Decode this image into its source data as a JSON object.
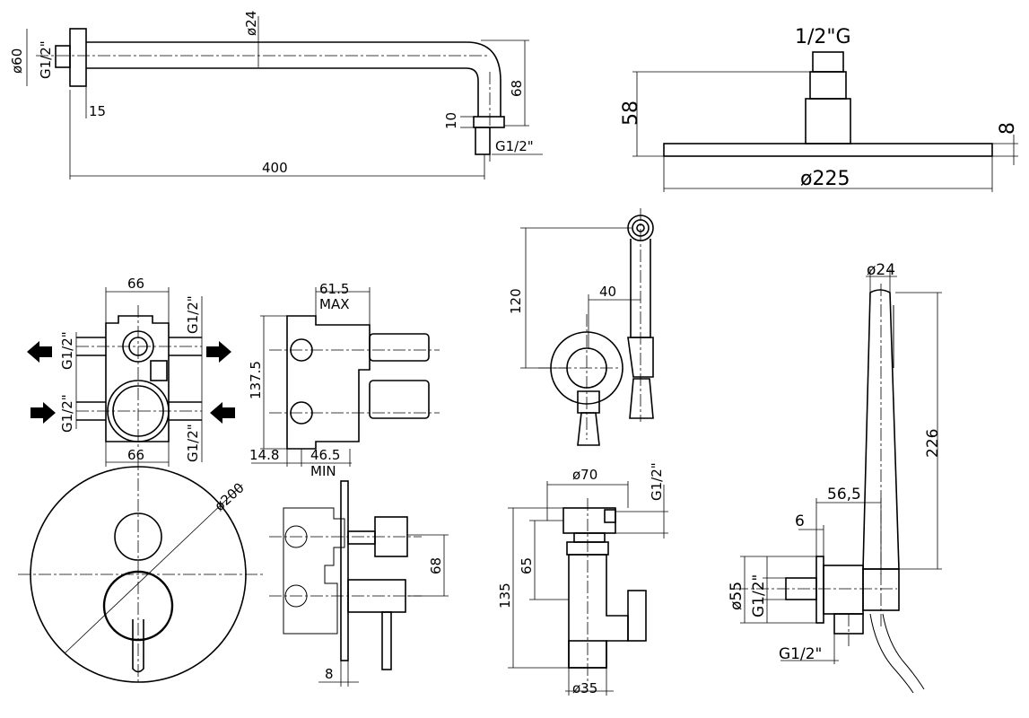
{
  "shower_arm": {
    "dia_24": "ø24",
    "dia_60": "ø60",
    "thread_wall": "G1/2\"",
    "thread_outlet": "G1/2\"",
    "dim_15": "15",
    "dim_10": "10",
    "dim_68": "68",
    "dim_400": "400"
  },
  "shower_head": {
    "thread": "1/2\"G",
    "dim_58": "58",
    "dim_8": "8",
    "dia_225": "ø225"
  },
  "valve_body": {
    "width_top": "66",
    "width_bottom": "66",
    "thread_1": "G1/2\"",
    "thread_2": "G1/2\"",
    "thread_3": "G1/2\"",
    "thread_4": "G1/2\"",
    "dim_61_5": "61.5",
    "max_label": "MAX",
    "dim_137_5": "137.5",
    "dim_14_8": "14.8",
    "dim_46_5": "46.5",
    "min_label": "MIN"
  },
  "wall_plate": {
    "dia_200": "ø200"
  },
  "side_view": {
    "dim_68": "68",
    "dim_8": "8"
  },
  "hand_holder": {
    "dim_120": "120",
    "dim_40": "40"
  },
  "outlet": {
    "dia_70": "ø70",
    "thread": "G1/2\"",
    "dim_65": "65",
    "dim_135": "135",
    "dia_35": "ø35"
  },
  "hand_shower": {
    "dia_24": "ø24",
    "dim_226": "226",
    "dim_56_5": "56,5",
    "dim_6": "6",
    "dia_55": "ø55",
    "thread_1": "G1/2\"",
    "thread_2": "G1/2\""
  }
}
